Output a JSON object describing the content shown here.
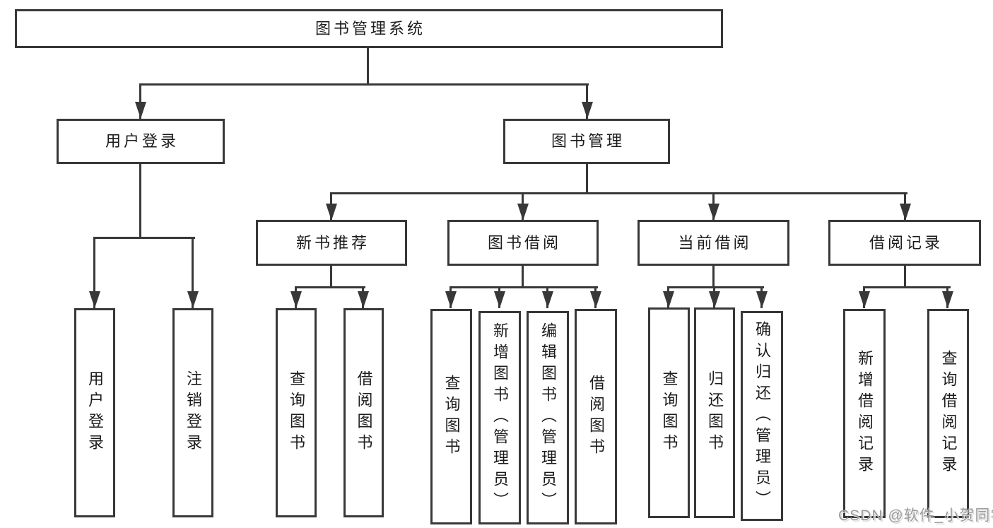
{
  "diagram": {
    "title_node": "图书管理系统",
    "nodes": {
      "root": "图书管理系统",
      "level2": [
        "用户登录",
        "图书管理"
      ],
      "level3": [
        "新书推荐",
        "图书借阅",
        "当前借阅",
        "借阅记录"
      ],
      "leaves": {
        "user_login": [
          "用户登录",
          "注销登录"
        ],
        "new_book_recommend": [
          "查询图书",
          "借阅图书"
        ],
        "book_borrowing": [
          "查询图书",
          "新增图书（管理员）",
          "编辑图书（管理员）",
          "借阅图书"
        ],
        "current_borrowing": [
          "查询图书",
          "归还图书",
          "确认归还（管理员）"
        ],
        "borrowing_records": [
          "新增借阅记录",
          "查询借阅记录"
        ]
      }
    },
    "colors": {
      "line": "#383838",
      "box_border": "#383838",
      "text": "#1c1c1c",
      "watermark": "#9c9c9c",
      "background": "#ffffff"
    },
    "watermark": {
      "text": "CSDN @软件_小贺同学"
    }
  }
}
